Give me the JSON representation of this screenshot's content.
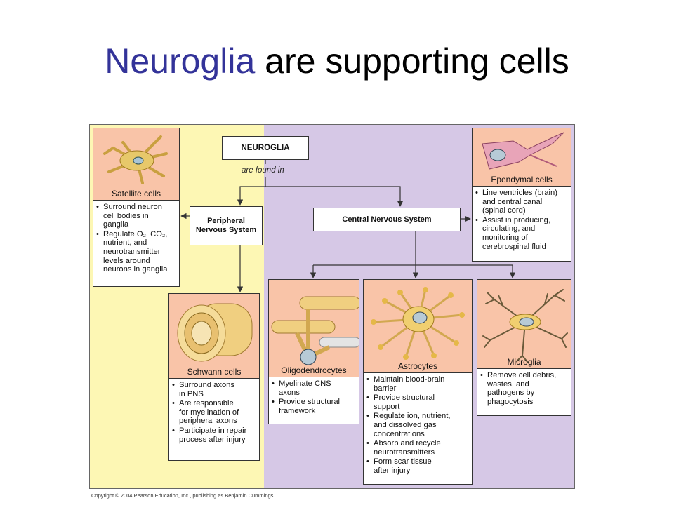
{
  "title": {
    "accent": "Neuroglia",
    "rest": " are supporting cells"
  },
  "colors": {
    "title_accent": "#333399",
    "pns_bg": "#fdf7b4",
    "cns_bg": "#d6c8e6",
    "cell_panel": "#f9c4a8"
  },
  "diagram": {
    "root": "NEUROGLIA",
    "root_caption": "are found in",
    "pns": "Peripheral\nNervous System",
    "cns": "Central Nervous System",
    "satellite": {
      "name": "Satellite cells",
      "items": [
        "Surround neuron\ncell bodies in\nganglia",
        "Regulate O₂, CO₂,\nnutrient, and\nneurotransmitter\nlevels around\nneurons in ganglia"
      ]
    },
    "schwann": {
      "name": "Schwann cells",
      "items": [
        "Surround axons\nin PNS",
        "Are responsible\nfor myelination of\nperipheral axons",
        "Participate in repair\nprocess after injury"
      ]
    },
    "ependymal": {
      "name": "Ependymal cells",
      "items": [
        "Line ventricles (brain)\nand central canal\n(spinal cord)",
        "Assist in producing,\ncirculating, and\nmonitoring of\ncerebrospinal fluid"
      ]
    },
    "oligodendrocytes": {
      "name": "Oligodendrocytes",
      "items": [
        "Myelinate CNS\naxons",
        "Provide structural\nframework"
      ]
    },
    "astrocytes": {
      "name": "Astrocytes",
      "items": [
        "Maintain blood-brain\nbarrier",
        "Provide structural\nsupport",
        "Regulate ion, nutrient,\nand dissolved gas\nconcentrations",
        "Absorb and recycle\nneurotransmitters",
        "Form scar tissue\nafter injury"
      ]
    },
    "microglia": {
      "name": "Microglia",
      "items": [
        "Remove cell debris,\nwastes, and\npathogens by\nphagocytosis"
      ]
    }
  },
  "copyright": "Copyright © 2004 Pearson Education, Inc., publishing as Benjamin Cummings."
}
